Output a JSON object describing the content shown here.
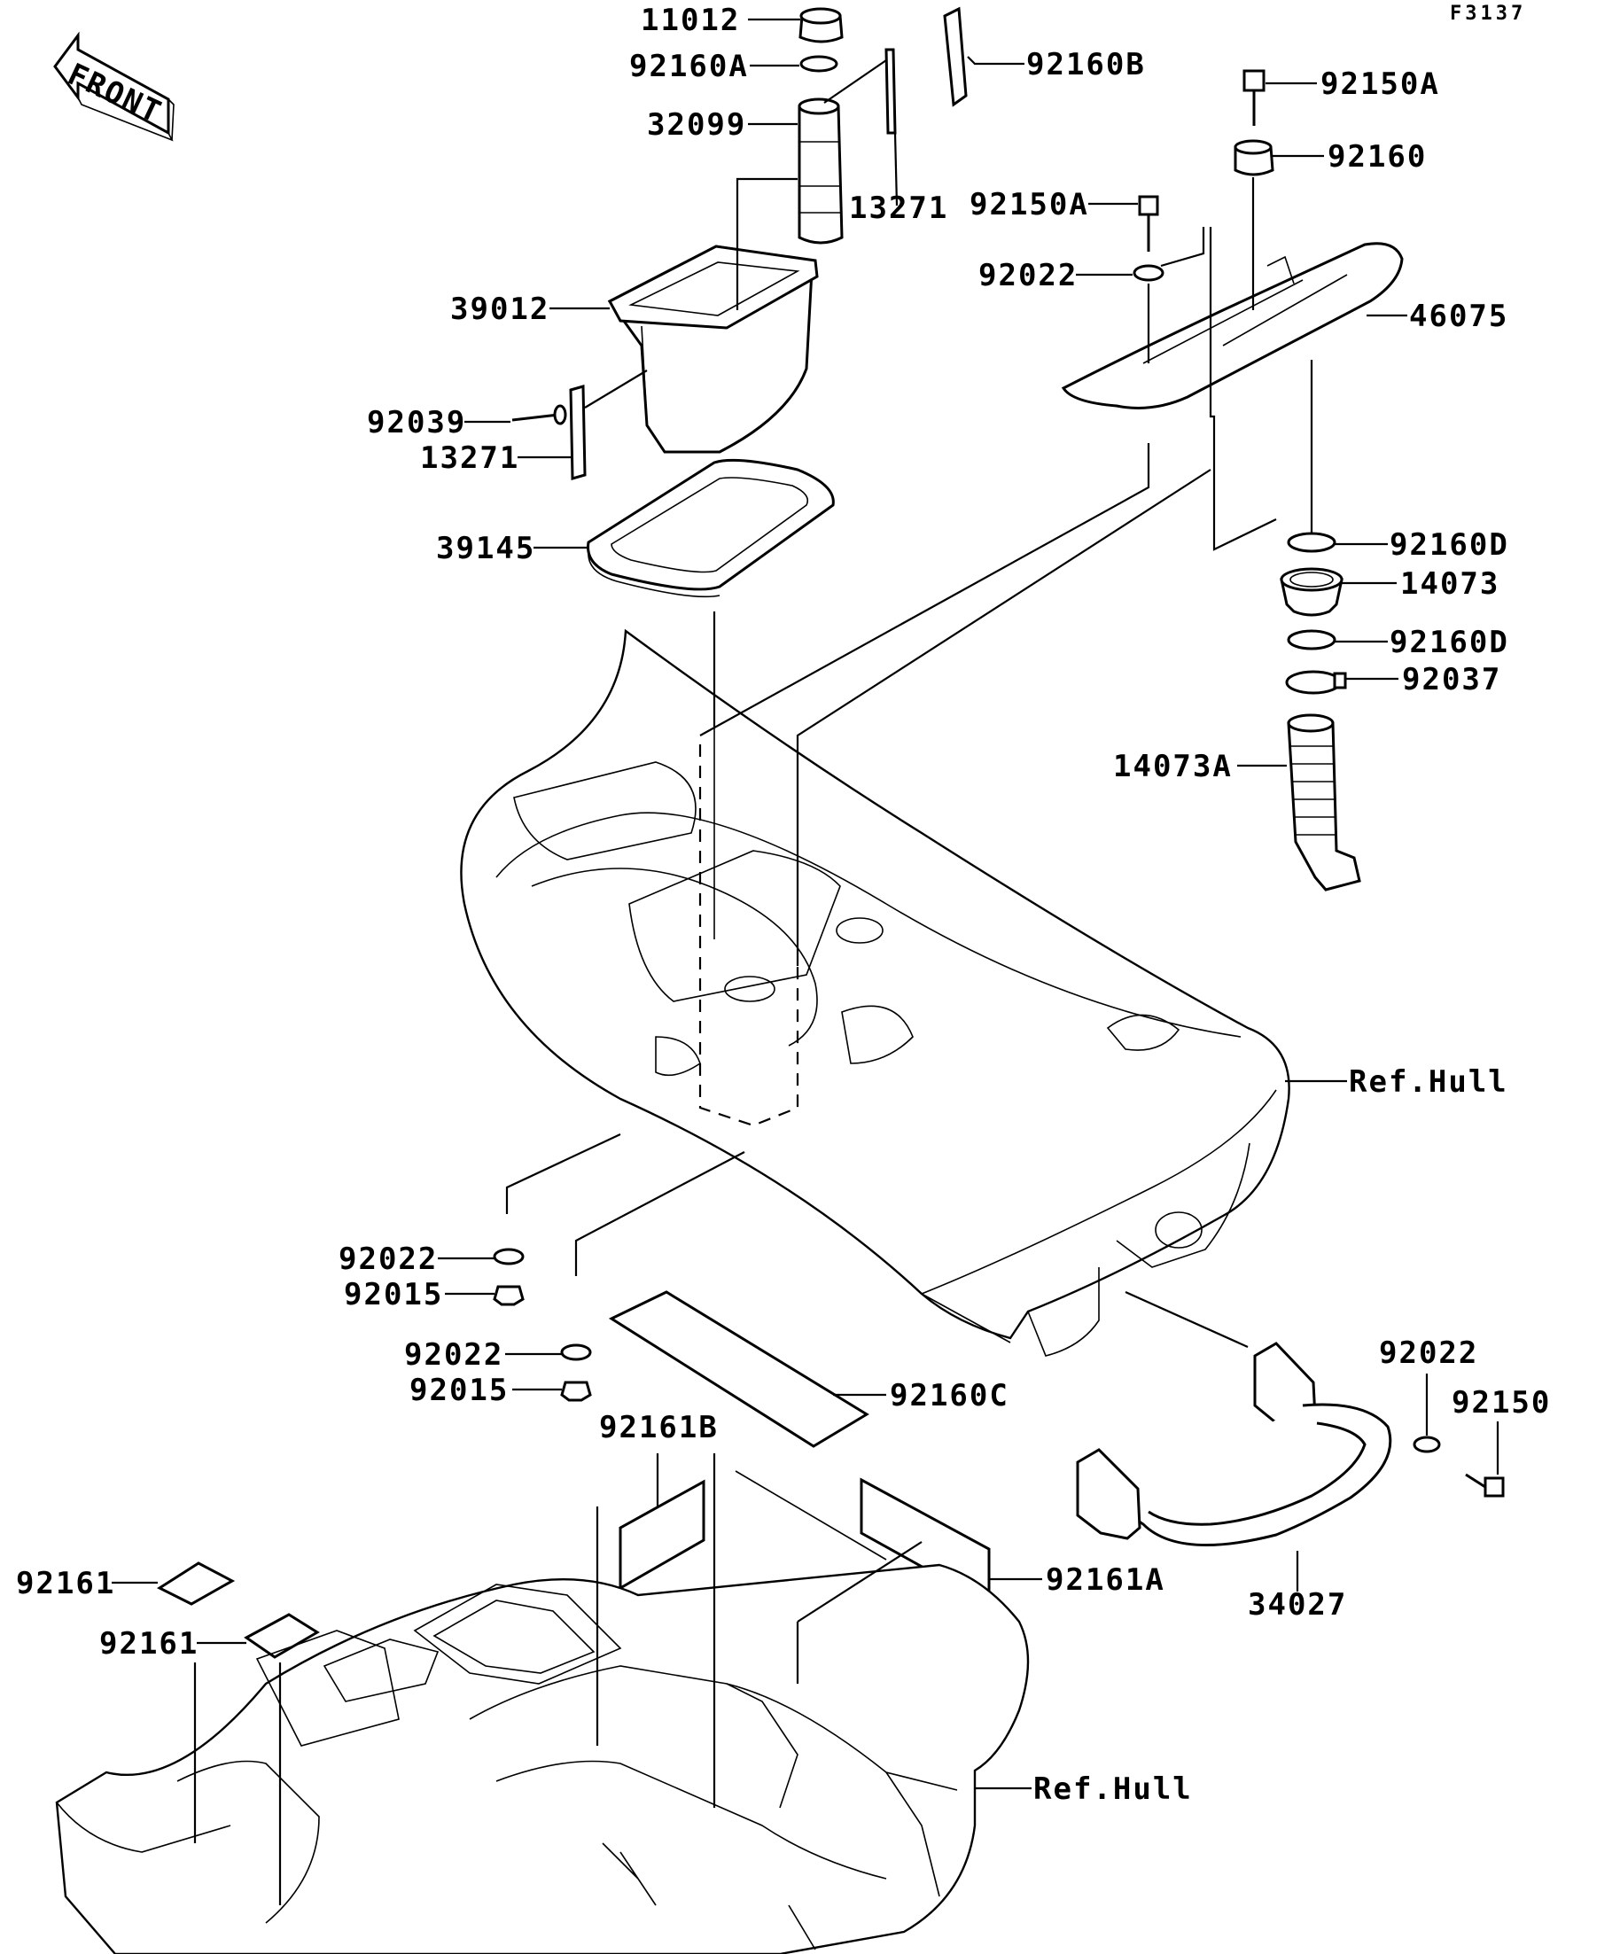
{
  "figure_code": "F3137",
  "front_arrow_label": "FRONT",
  "parts": [
    {
      "id": "p1",
      "label": "11012"
    },
    {
      "id": "p2",
      "label": "92160A"
    },
    {
      "id": "p3",
      "label": "92160B"
    },
    {
      "id": "p4",
      "label": "32099"
    },
    {
      "id": "p5",
      "label": "13271"
    },
    {
      "id": "p6",
      "label": "92150A"
    },
    {
      "id": "p7",
      "label": "92160"
    },
    {
      "id": "p8",
      "label": "92150A"
    },
    {
      "id": "p9",
      "label": "92022"
    },
    {
      "id": "p10",
      "label": "39012"
    },
    {
      "id": "p11",
      "label": "46075"
    },
    {
      "id": "p12",
      "label": "92039"
    },
    {
      "id": "p13",
      "label": "13271"
    },
    {
      "id": "p14",
      "label": "39145"
    },
    {
      "id": "p15",
      "label": "92160D"
    },
    {
      "id": "p16",
      "label": "14073"
    },
    {
      "id": "p17",
      "label": "92160D"
    },
    {
      "id": "p18",
      "label": "92037"
    },
    {
      "id": "p19",
      "label": "14073A"
    },
    {
      "id": "p20",
      "label": "Ref.Hull"
    },
    {
      "id": "p21",
      "label": "92022"
    },
    {
      "id": "p22",
      "label": "92015"
    },
    {
      "id": "p23",
      "label": "92022"
    },
    {
      "id": "p24",
      "label": "92015"
    },
    {
      "id": "p25",
      "label": "92160C"
    },
    {
      "id": "p26",
      "label": "92022"
    },
    {
      "id": "p27",
      "label": "92150"
    },
    {
      "id": "p28",
      "label": "92161B"
    },
    {
      "id": "p29",
      "label": "92161"
    },
    {
      "id": "p30",
      "label": "92161A"
    },
    {
      "id": "p31",
      "label": "34027"
    },
    {
      "id": "p32",
      "label": "92161"
    },
    {
      "id": "p33",
      "label": "Ref.Hull"
    }
  ]
}
